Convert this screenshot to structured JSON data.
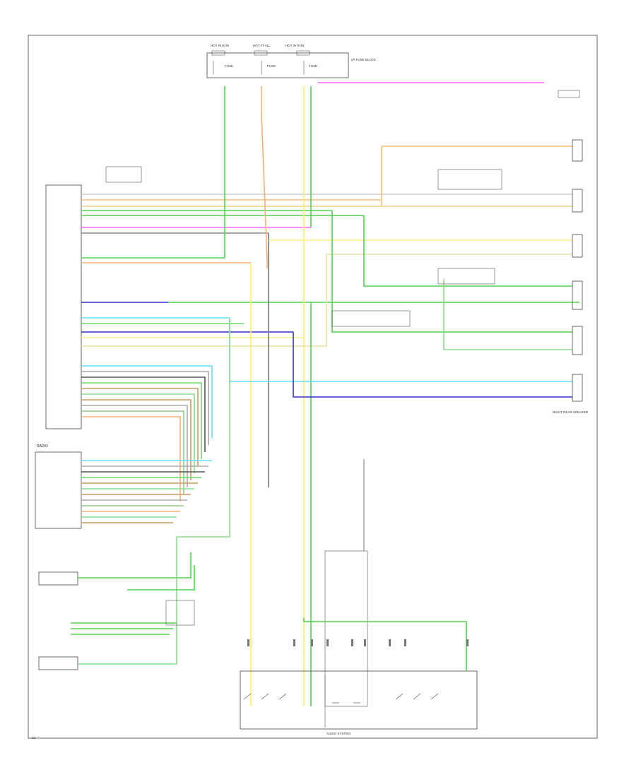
{
  "top_fuse_labels": [
    "HOT IN RUN",
    "HOT AT ALL",
    "HOT IN RUN"
  ],
  "fuse_block_label": "I/P FUSE BLOCK",
  "fuses": [
    "FUSE",
    "FUSE",
    "FUSE"
  ],
  "radio_label": "RADIO",
  "rear_speaker_label": "RIGHT REAR SPEAKER",
  "footer_label": "AUDIO SYSTEM",
  "page_code": "C1"
}
